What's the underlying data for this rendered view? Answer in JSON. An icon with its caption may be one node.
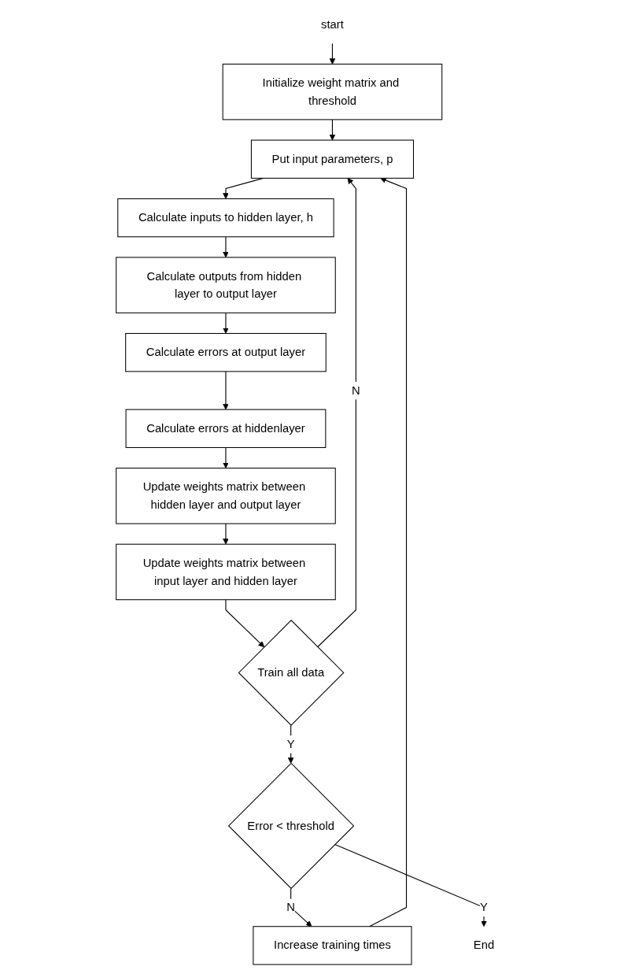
{
  "diagram": {
    "nodes": [
      {
        "text": [
          "start"
        ]
      },
      {
        "text": [
          "Initialize weight matrix and threshold"
        ]
      },
      {
        "text": [
          "Put input parameters, p"
        ]
      },
      {
        "text": [
          "Calculate inputs to hidden layer, h"
        ]
      },
      {
        "text": [
          "Calculate outputs from hidden layer to output layer"
        ]
      },
      {
        "text": [
          "Calculate errors at output layer"
        ]
      },
      {
        "text": [
          "Calculate errors at hiddenlayer"
        ]
      },
      {
        "text": [
          "Update weights matrix between hidden layer and output layer"
        ]
      },
      {
        "text": [
          "Update weights matrix between input layer and hidden layer"
        ]
      },
      {
        "text": [
          "Train all data"
        ]
      },
      {
        "text": [
          "Error < threshold"
        ]
      },
      {
        "text": [
          "End"
        ]
      },
      {
        "text": [
          "Increase training times"
        ]
      }
    ],
    "edges": [
      {
        "from": 0,
        "to": 1,
        "arrow": "to"
      },
      {
        "from": 1,
        "to": 2,
        "arrow": "to"
      },
      {
        "from": 2,
        "to": 3,
        "arrow": "to"
      },
      {
        "from": 3,
        "to": 4,
        "arrow": "to"
      },
      {
        "from": 4,
        "to": 5,
        "arrow": "to"
      },
      {
        "from": 5,
        "to": 6,
        "arrow": "to"
      },
      {
        "from": 6,
        "to": 7,
        "arrow": "to"
      },
      {
        "from": 7,
        "to": 8,
        "arrow": "to"
      },
      {
        "from": 8,
        "to": 9,
        "arrow": "to"
      },
      {
        "from": 9,
        "to": 2,
        "arrow": "to",
        "label": "N"
      },
      {
        "from": 9,
        "to": 10,
        "arrow": "to",
        "label": "Y"
      },
      {
        "from": 10,
        "to": 12,
        "arrow": "to",
        "label": "N"
      },
      {
        "from": 12,
        "to": 2,
        "arrow": "to"
      },
      {
        "from": 10,
        "to": 11,
        "arrow": "to",
        "label": "Y"
      }
    ]
  }
}
